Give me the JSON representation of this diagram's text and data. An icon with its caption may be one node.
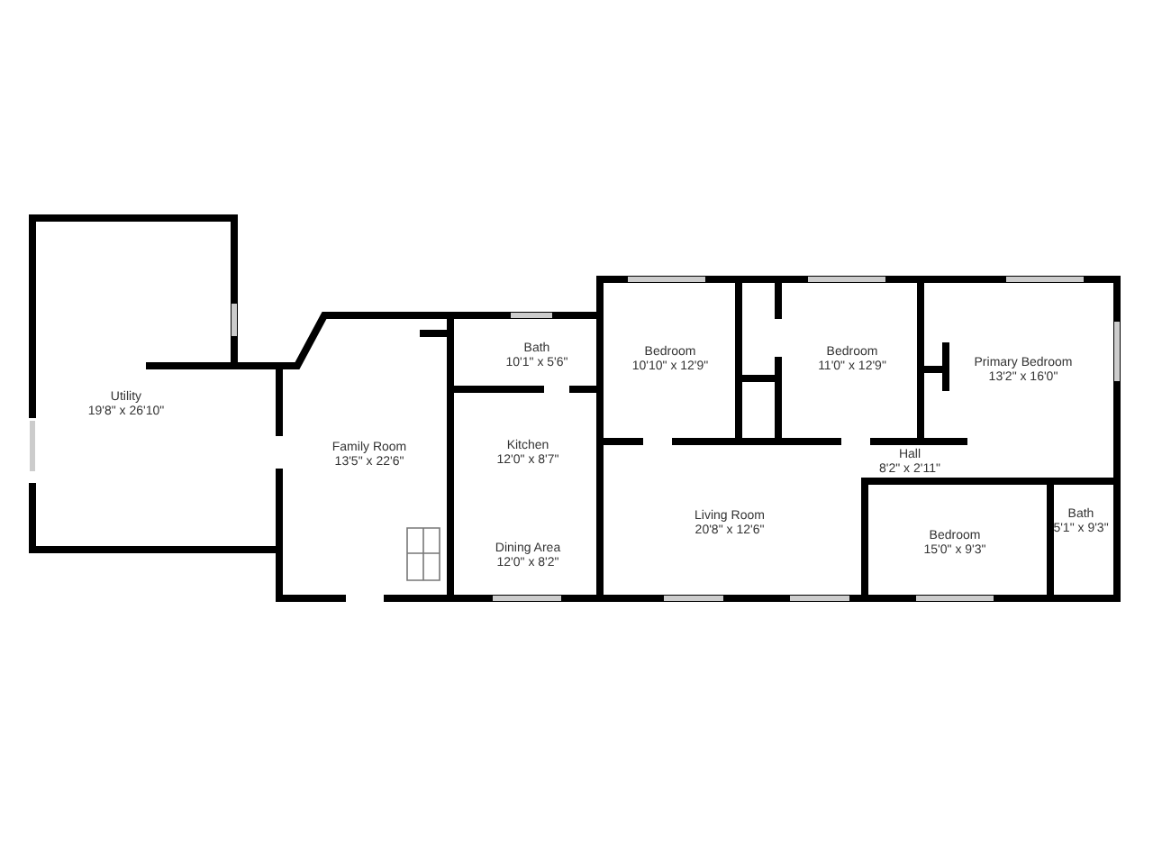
{
  "diagram": {
    "nodes": [
      {
        "text": [
          "Utility",
          "19'8\" x 26'10\""
        ]
      },
      {
        "text": [
          "Family Room",
          "13'5\" x 22'6\""
        ]
      },
      {
        "text": [
          "Bath",
          "10'1\" x 5'6\""
        ]
      },
      {
        "text": [
          "Kitchen",
          "12'0\" x 8'7\""
        ]
      },
      {
        "text": [
          "Dining Area",
          "12'0\" x 8'2\""
        ]
      },
      {
        "text": [
          "Bedroom",
          "10'10\" x 12'9\""
        ]
      },
      {
        "text": [
          "Bedroom",
          "11'0\" x 12'9\""
        ]
      },
      {
        "text": [
          "Primary Bedroom",
          "13'2\" x 16'0\""
        ]
      },
      {
        "text": [
          "Hall",
          "8'2\" x 2'11\""
        ]
      },
      {
        "text": [
          "Living Room",
          "20'8\" x 12'6\""
        ]
      },
      {
        "text": [
          "Bedroom",
          "15'0\" x 9'3\""
        ]
      },
      {
        "text": [
          "Bath",
          "5'1\" x 9'3\""
        ]
      }
    ]
  }
}
